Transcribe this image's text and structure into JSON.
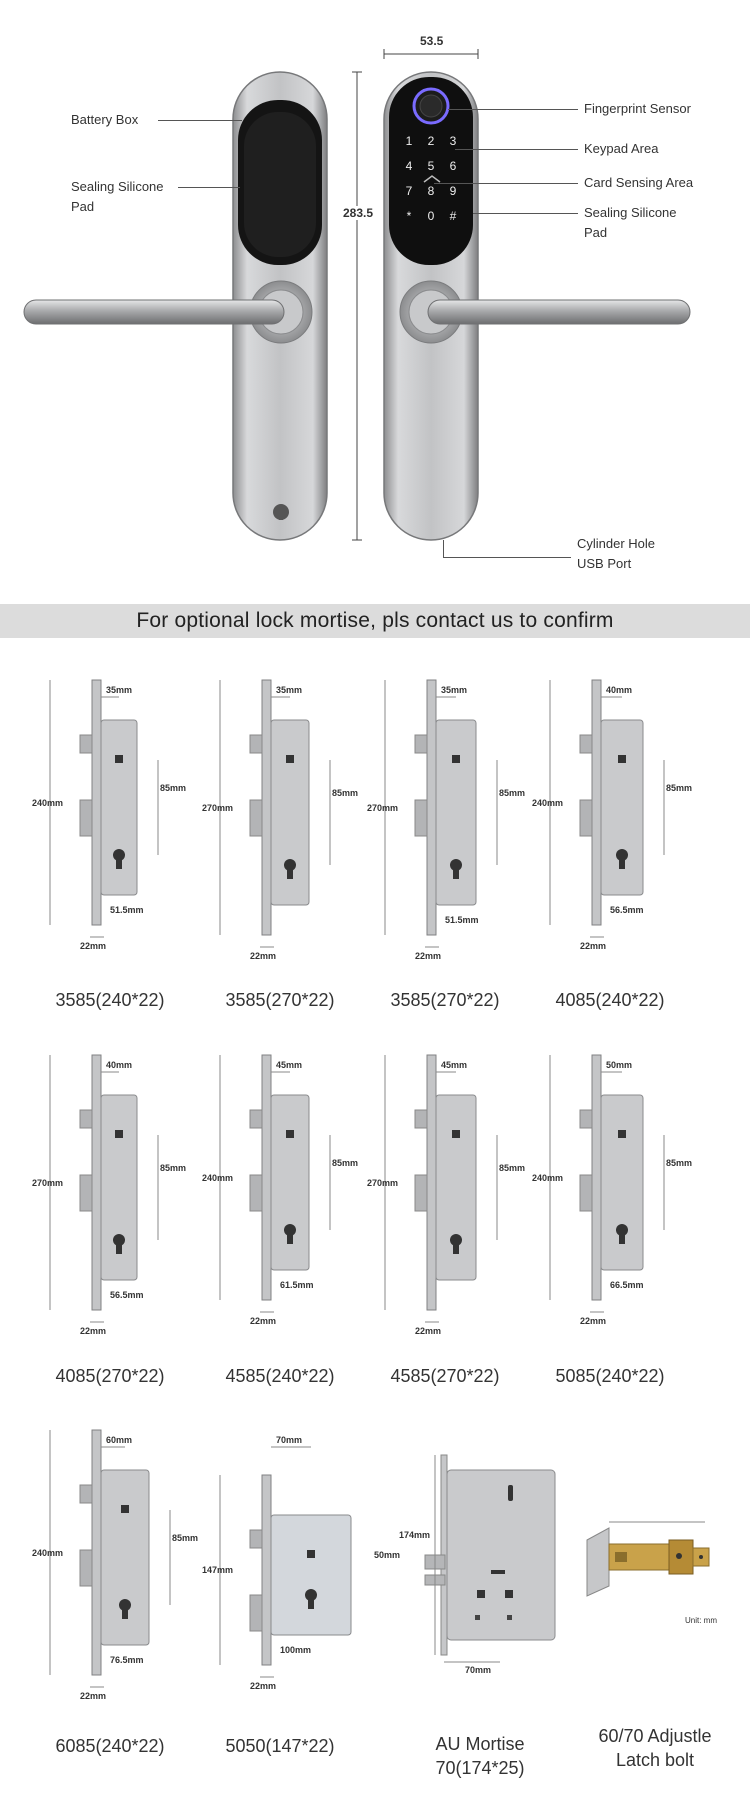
{
  "product": {
    "width_dim": "53.5",
    "height_dim": "283.5",
    "callouts_left": {
      "battery_box": "Battery Box",
      "sealing_pad_line1": "Sealing Silicone",
      "sealing_pad_line2": "Pad"
    },
    "callouts_right": {
      "fingerprint": "Fingerprint Sensor",
      "keypad": "Keypad Area",
      "card": "Card Sensing Area",
      "sealing_line1": "Sealing Silicone",
      "sealing_line2": "Pad",
      "cylinder_line1": "Cylinder Hole",
      "cylinder_line2": "USB Port"
    },
    "keypad_keys": [
      "1",
      "2",
      "3",
      "4",
      "5",
      "6",
      "7",
      "8",
      "9",
      "*",
      "0",
      "#"
    ]
  },
  "banner": {
    "text": "For optional lock mortise, pls contact us to confirm"
  },
  "mortises": [
    {
      "model": "3585(240*22)",
      "height": "240mm",
      "top": "35mm",
      "mid": "85mm",
      "bottom": "51.5mm",
      "width": "22mm"
    },
    {
      "model": "3585(270*22)",
      "height": "270mm",
      "top": "35mm",
      "mid": "85mm",
      "bottom": "",
      "width": "22mm"
    },
    {
      "model": "3585(270*22)",
      "height": "270mm",
      "top": "35mm",
      "mid": "85mm",
      "bottom": "51.5mm",
      "width": "22mm"
    },
    {
      "model": "4085(240*22)",
      "height": "240mm",
      "top": "40mm",
      "mid": "85mm",
      "bottom": "56.5mm",
      "width": "22mm"
    },
    {
      "model": "4085(270*22)",
      "height": "270mm",
      "top": "40mm",
      "mid": "85mm",
      "bottom": "56.5mm",
      "width": "22mm"
    },
    {
      "model": "4585(240*22)",
      "height": "240mm",
      "top": "45mm",
      "mid": "85mm",
      "bottom": "61.5mm",
      "width": "22mm"
    },
    {
      "model": "4585(270*22)",
      "height": "270mm",
      "top": "45mm",
      "mid": "85mm",
      "bottom": "",
      "width": "22mm"
    },
    {
      "model": "5085(240*22)",
      "height": "240mm",
      "top": "50mm",
      "mid": "85mm",
      "bottom": "66.5mm",
      "width": "22mm"
    },
    {
      "model": "6085(240*22)",
      "height": "240mm",
      "top": "60mm",
      "mid": "85mm",
      "bottom": "76.5mm",
      "width": "22mm"
    },
    {
      "model": "5050(147*22)",
      "height": "147mm",
      "top": "70mm",
      "mid": "50mm",
      "bottom": "100mm",
      "width": "22mm"
    },
    {
      "model_line1": "AU Mortise",
      "model_line2": "70(174*25)",
      "height": "174mm",
      "width": "70mm"
    },
    {
      "model_line1": "60/70 Adjustle",
      "model_line2": "Latch bolt",
      "unit": "Unit: mm"
    }
  ],
  "colors": {
    "banner_bg": "#dcdcdc",
    "steel": "#b9babc",
    "black_panel": "#111111",
    "fingerprint_ring": "#6b5cff",
    "brass": "#c9a24a"
  }
}
